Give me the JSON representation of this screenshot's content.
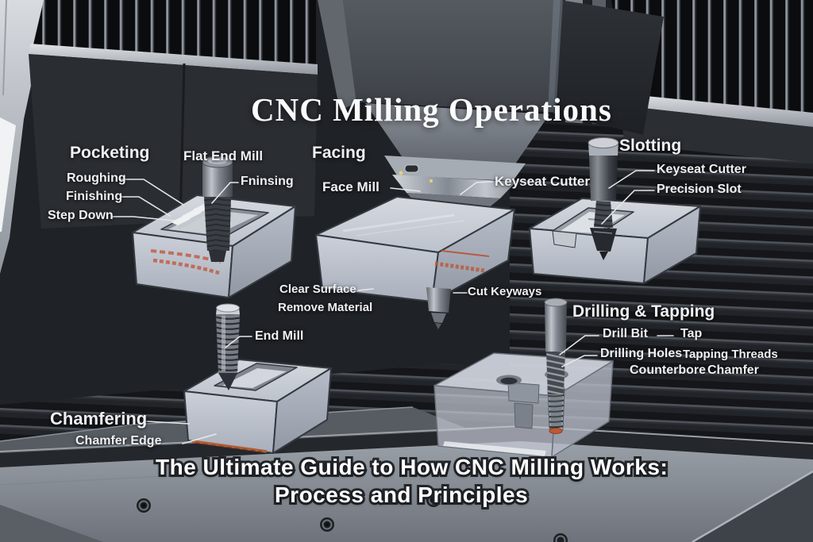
{
  "title": "CNC Milling Operations",
  "footer": {
    "line1": "The Ultimate Guide to How CNC Milling Works:",
    "line2": "Process and Principles"
  },
  "sections": {
    "pocketing": {
      "heading": "Pocketing",
      "tool_label": "Flat End Mill",
      "roughing": "Roughing",
      "finishing": "Finishing",
      "step_down": "Step Down",
      "finishing_right": "Fninsing"
    },
    "facing": {
      "heading": "Facing",
      "tool_label": "Face Mill",
      "cutter_label": "Keyseat Cutter",
      "clear_surface": "Clear Surface",
      "remove_material": "Remove Material",
      "cut_keyways": "Cut Keyways"
    },
    "slotting": {
      "heading": "Slotting",
      "cutter_label": "Keyseat Cutter",
      "slot_label": "Precision Slot"
    },
    "drilling_tapping": {
      "heading": "Drilling & Tapping",
      "drill_bit": "Drill Bit",
      "tap": "Tap",
      "drilling_holes": "Drilling Holes",
      "tapping_threads": "Tapping Threads",
      "counterbore": "Counterbore",
      "chamfer": "Chamfer"
    },
    "chamfering": {
      "heading": "Chamfering",
      "tool_label": "End Mill",
      "edge_label": "Chamfer Edge"
    }
  },
  "colors": {
    "background": "#1f2226",
    "workpiece": "#c7ccd6",
    "red_marking": "#bf5f49",
    "chamfer_edge": "#b06036",
    "label_text": "#eef0f3"
  }
}
